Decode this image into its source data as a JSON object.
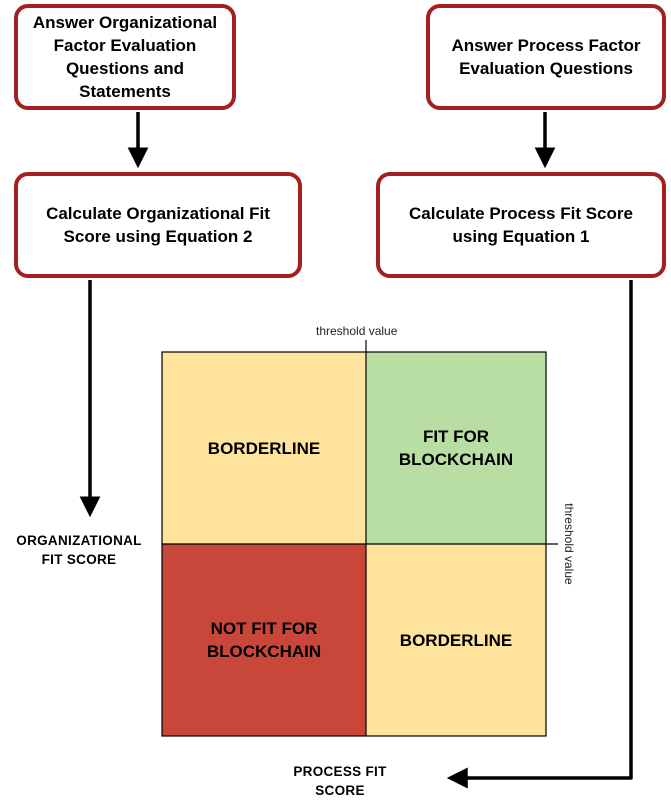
{
  "boxes": {
    "org_questions": "Answer Organizational\nFactor Evaluation\nQuestions and\nStatements",
    "proc_questions": "Answer Process Factor\nEvaluation Questions",
    "org_calc": "Calculate Organizational Fit\nScore using Equation 2",
    "proc_calc": "Calculate Process Fit Score\nusing Equation 1"
  },
  "matrix": {
    "top_left": "BORDERLINE",
    "top_right": "FIT FOR\nBLOCKCHAIN",
    "bottom_left": "NOT FIT FOR\nBLOCKCHAIN",
    "bottom_right": "BORDERLINE",
    "threshold_top": "threshold value",
    "threshold_right": "threshold value"
  },
  "axes": {
    "y_label": "ORGANIZATIONAL\nFIT SCORE",
    "x_label": "PROCESS FIT\nSCORE"
  },
  "colors": {
    "box_border": "#a41f1f",
    "borderline": "#fde39c",
    "fit": "#b8dea3",
    "not_fit": "#c8463a"
  }
}
